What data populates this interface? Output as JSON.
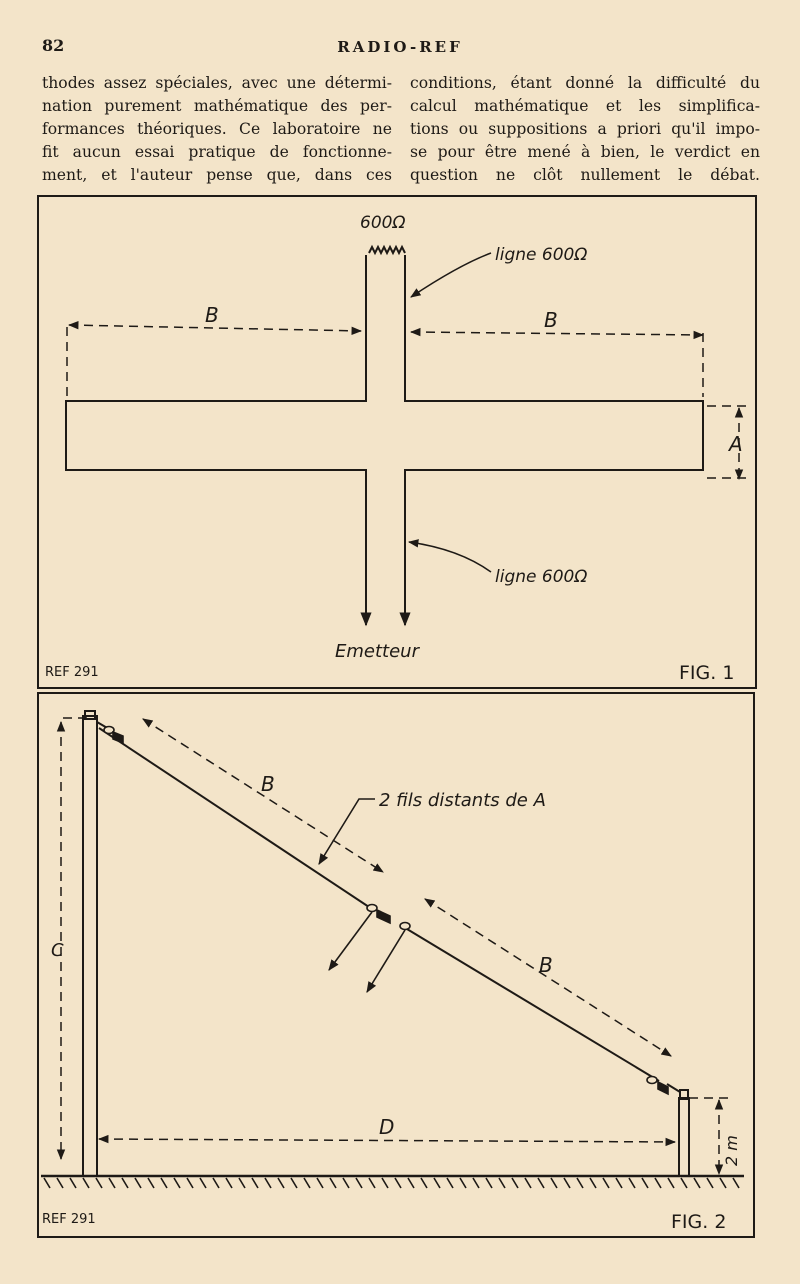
{
  "header": {
    "page_number": "82",
    "running_head": "RADIO-REF"
  },
  "body_text": {
    "left_column": [
      "thodes assez spéciales, avec une détermi-",
      "nation purement mathématique des per-",
      "formances théoriques. Ce laboratoire ne",
      "fit aucun essai pratique de fonctionne-",
      "ment, et l'auteur pense que, dans ces"
    ],
    "right_column": [
      "conditions, étant donné la difficulté du",
      "calcul mathématique et les simplifica-",
      "tions ou suppositions a priori qu'il impo-",
      "se pour être mené à bien, le verdict en",
      "question ne clôt nullement le débat."
    ]
  },
  "figure1": {
    "terminator_label": "600Ω",
    "line_top_label": "ligne 600Ω",
    "line_bottom_label": "ligne 600Ω",
    "dim_left": "B",
    "dim_right": "B",
    "dim_height": "A",
    "feed_label": "Emetteur",
    "ref_label": "REF 291",
    "fig_label": "FIG. 1"
  },
  "figure2": {
    "wires_label": "2 fils distants de A",
    "dim_upper": "B",
    "dim_lower": "B",
    "mast_height": "C",
    "distance": "D",
    "short_mast_height": "2 m",
    "ref_label": "REF 291",
    "fig_label": "FIG. 2"
  }
}
